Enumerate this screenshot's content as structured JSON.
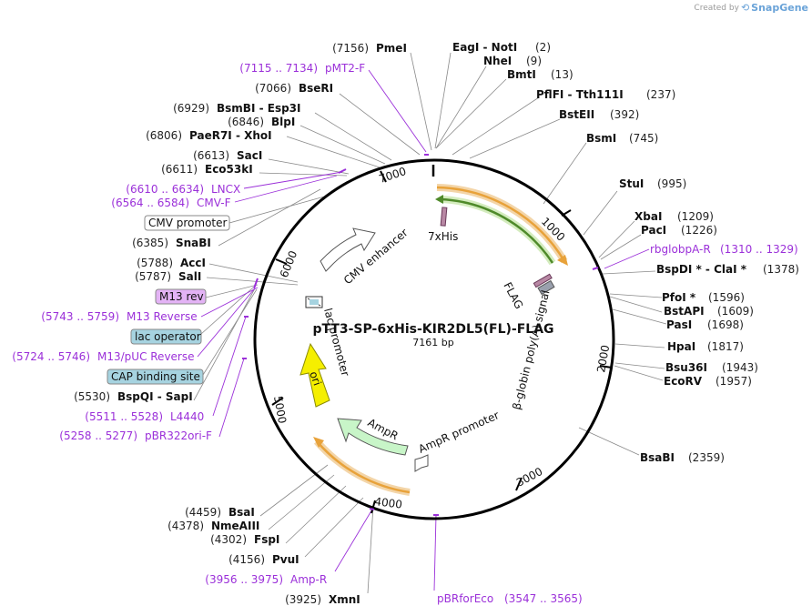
{
  "credit": {
    "created_by": "Created by",
    "brand": "SnapGene"
  },
  "plasmid": {
    "name": "pTT3-SP-6xHis-KIR2DL5(FL)-FLAG",
    "length": "7161 bp"
  },
  "ruler": [
    "1000",
    "2000",
    "3000",
    "4000",
    "5000",
    "6000",
    "7000"
  ],
  "sites": [
    {
      "num": "(7156)",
      "name": "PmeI",
      "primer": false
    },
    {
      "num": "(7115 .. 7134)",
      "name": "pMT2-F",
      "primer": true
    },
    {
      "num": "(7066)",
      "name": "BseRI",
      "primer": false
    },
    {
      "num": "(6929)",
      "name": "BsmBI  - Esp3I",
      "primer": false
    },
    {
      "num": "(6846)",
      "name": "BlpI",
      "primer": false
    },
    {
      "num": "(6806)",
      "name": "PaeR7I  - XhoI",
      "primer": false
    },
    {
      "num": "(6613)",
      "name": "SacI",
      "primer": false
    },
    {
      "num": "(6611)",
      "name": "Eco53kI",
      "primer": false
    },
    {
      "num": "(6610 .. 6634)",
      "name": "LNCX",
      "primer": true
    },
    {
      "num": "(6564 .. 6584)",
      "name": "CMV-F",
      "primer": true
    },
    {
      "num": "(6385)",
      "name": "SnaBI",
      "primer": false
    },
    {
      "num": "(5788)",
      "name": "AccI",
      "primer": false
    },
    {
      "num": "(5787)",
      "name": "SalI",
      "primer": false
    },
    {
      "num": "(5743 .. 5759)",
      "name": "M13 Reverse",
      "primer": true
    },
    {
      "num": "(5724 .. 5746)",
      "name": "M13/pUC Reverse",
      "primer": true
    },
    {
      "num": "(5530)",
      "name": "BspQI  - SapI",
      "primer": false
    },
    {
      "num": "(5511 .. 5528)",
      "name": "L4440",
      "primer": true
    },
    {
      "num": "(5258 .. 5277)",
      "name": "pBR322ori-F",
      "primer": true
    },
    {
      "num": "(4459)",
      "name": "BsaI",
      "primer": false
    },
    {
      "num": "(4378)",
      "name": "NmeAIII",
      "primer": false
    },
    {
      "num": "(4302)",
      "name": "FspI",
      "primer": false
    },
    {
      "num": "(4156)",
      "name": "PvuI",
      "primer": false
    },
    {
      "num": "(3956 .. 3975)",
      "name": "Amp-R",
      "primer": true
    },
    {
      "num": "(3925)",
      "name": "XmnI",
      "primer": false
    },
    {
      "num": "(2)",
      "name": "EagI  - NotI",
      "primer": false
    },
    {
      "num": "(9)",
      "name": "NheI",
      "primer": false
    },
    {
      "num": "(13)",
      "name": "BmtI",
      "primer": false
    },
    {
      "num": "(237)",
      "name": "PflFI  - Tth111I",
      "primer": false
    },
    {
      "num": "(392)",
      "name": "BstEII",
      "primer": false
    },
    {
      "num": "(745)",
      "name": "BsmI",
      "primer": false
    },
    {
      "num": "(995)",
      "name": "StuI",
      "primer": false
    },
    {
      "num": "(1209)",
      "name": "XbaI",
      "primer": false
    },
    {
      "num": "(1226)",
      "name": "PacI",
      "primer": false
    },
    {
      "num": "(1310 .. 1329)",
      "name": "rbglobpA-R",
      "primer": true
    },
    {
      "num": "(1378)",
      "name": "BspDI *  - ClaI *",
      "primer": false
    },
    {
      "num": "(1596)",
      "name": "PfoI *",
      "primer": false
    },
    {
      "num": "(1609)",
      "name": "BstAPI",
      "primer": false
    },
    {
      "num": "(1698)",
      "name": "PasI",
      "primer": false
    },
    {
      "num": "(1817)",
      "name": "HpaI",
      "primer": false
    },
    {
      "num": "(1943)",
      "name": "Bsu36I",
      "primer": false
    },
    {
      "num": "(1957)",
      "name": "EcoRV",
      "primer": false
    },
    {
      "num": "(2359)",
      "name": "BsaBI",
      "primer": false
    },
    {
      "num": "(3547 .. 3565)",
      "name": "pBRforEco",
      "primer": true
    }
  ],
  "callouts": [
    "CMV promoter",
    "M13 rev",
    "lac operator",
    "CAP binding site"
  ],
  "features": {
    "his": "7xHis",
    "cmv_enhancer": "CMV enhancer",
    "flag": "FLAG",
    "globin": "β-globin poly(A) signal",
    "lac_promoter": "lac promoter",
    "ori": "ori",
    "ampr": "AmpR",
    "ampr_promoter": "AmpR promoter"
  },
  "colors": {
    "backbone": "#000000",
    "primer": "#9b30d9",
    "orf_orange": "#e8a23a",
    "orf_green": "#5fa83a",
    "ori_yellow": "#f5ef00",
    "ampr_fill": "#c8f5c8",
    "lac_operator": "#a6d3e0",
    "m13_fill": "#e3b3f5"
  }
}
